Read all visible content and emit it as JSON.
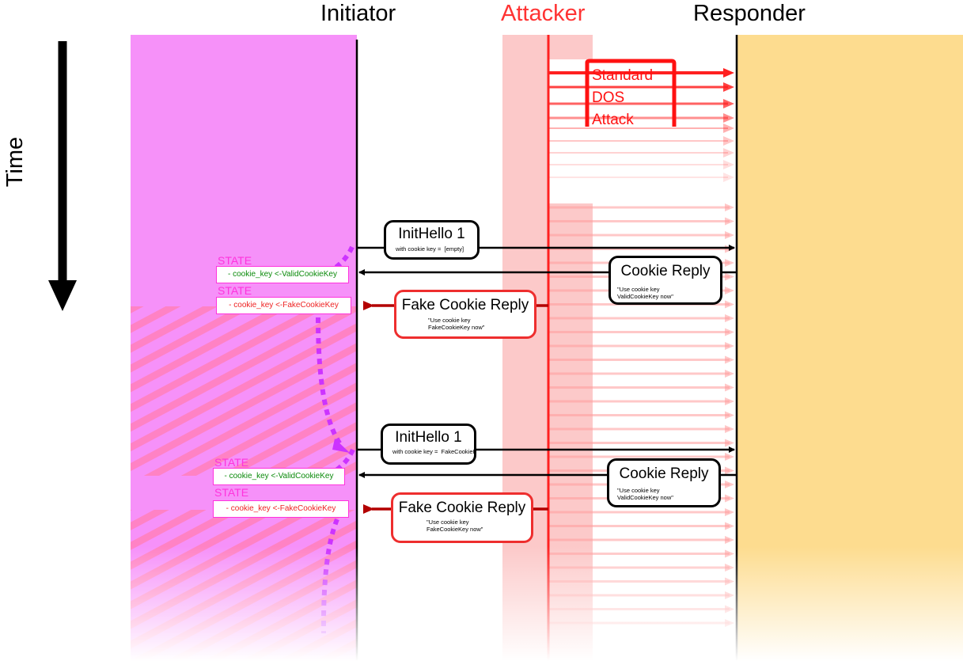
{
  "headers": {
    "initiator": "Initiator",
    "attacker": "Attacker",
    "responder": "Responder"
  },
  "time_label": "Time",
  "dos_label_lines": [
    "Standard",
    "DOS",
    "Attack"
  ],
  "messages": [
    {
      "title": "InitHello 1",
      "sub": "with cookie key =  [empty]"
    },
    {
      "title": "Cookie Reply",
      "sub": "\"Use cookie key\nValidCookieKey now\""
    },
    {
      "title": "Fake Cookie Reply",
      "sub": "\"Use cookie key\nFakeCookieKey now\""
    },
    {
      "title": "InitHello 1",
      "sub": "with cookie key =  FakeCookieKey"
    },
    {
      "title": "Cookie Reply",
      "sub": "\"Use cookie key\nValidCookieKey now\""
    },
    {
      "title": "Fake Cookie Reply",
      "sub": "\"Use cookie key\nFakeCookieKey now\""
    }
  ],
  "states": [
    {
      "label": "STATE",
      "text": "- cookie_key <-ValidCookieKey"
    },
    {
      "label": "STATE",
      "text": "- cookie_key <-FakeCookieKey"
    },
    {
      "label": "STATE",
      "text": "- cookie_key <-ValidCookieKey"
    },
    {
      "label": "STATE",
      "text": "- cookie_key <-FakeCookieKey"
    }
  ],
  "colors": {
    "initiator_bg": "#f691f9",
    "attacker_band": "#fcc9c9",
    "responder_bg": "#fddc8f",
    "attacker_line": "#ff2020",
    "fake_arrow": "#b30000",
    "state": "#ff33dd",
    "valid_text": "#0a8a0a",
    "fake_text": "#ee2222",
    "path": "#cc33ff"
  }
}
